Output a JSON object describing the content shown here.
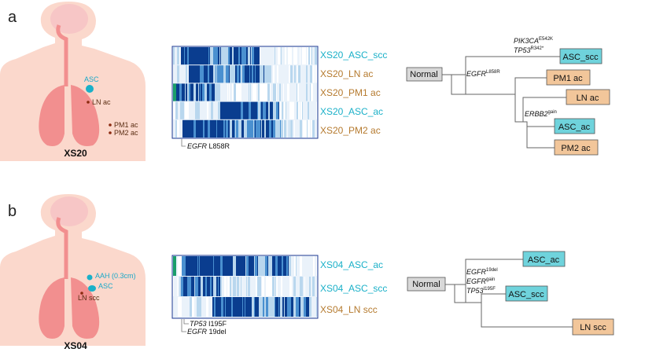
{
  "panels": [
    {
      "letter": "a",
      "sample": "XS20",
      "organ_labels": {
        "asc": "ASC",
        "ln": "LN ac",
        "pm1": "PM1 ac",
        "pm2": "PM2 ac"
      },
      "heatmap_rows": [
        "XS20_ASC_scc",
        "XS20_LN ac",
        "XS20_PM1 ac",
        "XS20_ASC_ac",
        "XS20_PM2 ac"
      ],
      "heatmap_footnote": {
        "gene": "EGFR",
        "variant": " L858R"
      },
      "tree": {
        "root": "Normal",
        "trunk_gene": "EGFR",
        "trunk_sup": "L858R",
        "branch1_gene1": "PIK3CA",
        "branch1_sup1": "E542K",
        "branch1_gene2": "TP53",
        "branch1_sup2": "R342*",
        "erbb_gene": "ERBB2",
        "erbb_sup": "gain",
        "leaves": [
          "ASC_scc",
          "PM1 ac",
          "LN ac",
          "ASC_ac",
          "PM2 ac"
        ]
      }
    },
    {
      "letter": "b",
      "sample": "XS04",
      "organ_labels": {
        "aah": "AAH (0.3cm)",
        "asc": "ASC",
        "ln": "LN scc"
      },
      "heatmap_rows": [
        "XS04_ASC_ac",
        "XS04_ASC_scc",
        "XS04_LN scc"
      ],
      "heatmap_footnote": {
        "gene1": "TP53",
        "variant1": " I195F",
        "gene2": "EGFR",
        "variant2": " 19del"
      },
      "tree": {
        "root": "Normal",
        "g1": "EGFR",
        "s1": "19del",
        "g2": "EGFR",
        "s2": "gain",
        "g3": "TP53",
        "s3": "I195F",
        "leaves": [
          "ASC_ac",
          "ASC_scc",
          "LN scc"
        ]
      }
    }
  ],
  "colors": {
    "skin": "#fbd8cc",
    "lung": "#f28f8f",
    "brain": "#f7c6c6",
    "asc_blue": "#1ab0c8",
    "ln_brown": "#b57a2e",
    "leaf_blue": "#6fd3dc",
    "leaf_tan": "#f2c69a",
    "normal_gray": "#d8d8d8",
    "heatmap_dark": "#0a3d8f",
    "heatmap_mid": "#4a90d0",
    "heatmap_light": "#b9d7ee",
    "heatmap_pale": "#eaf2fa",
    "green_tag": "#1a9e6a"
  }
}
